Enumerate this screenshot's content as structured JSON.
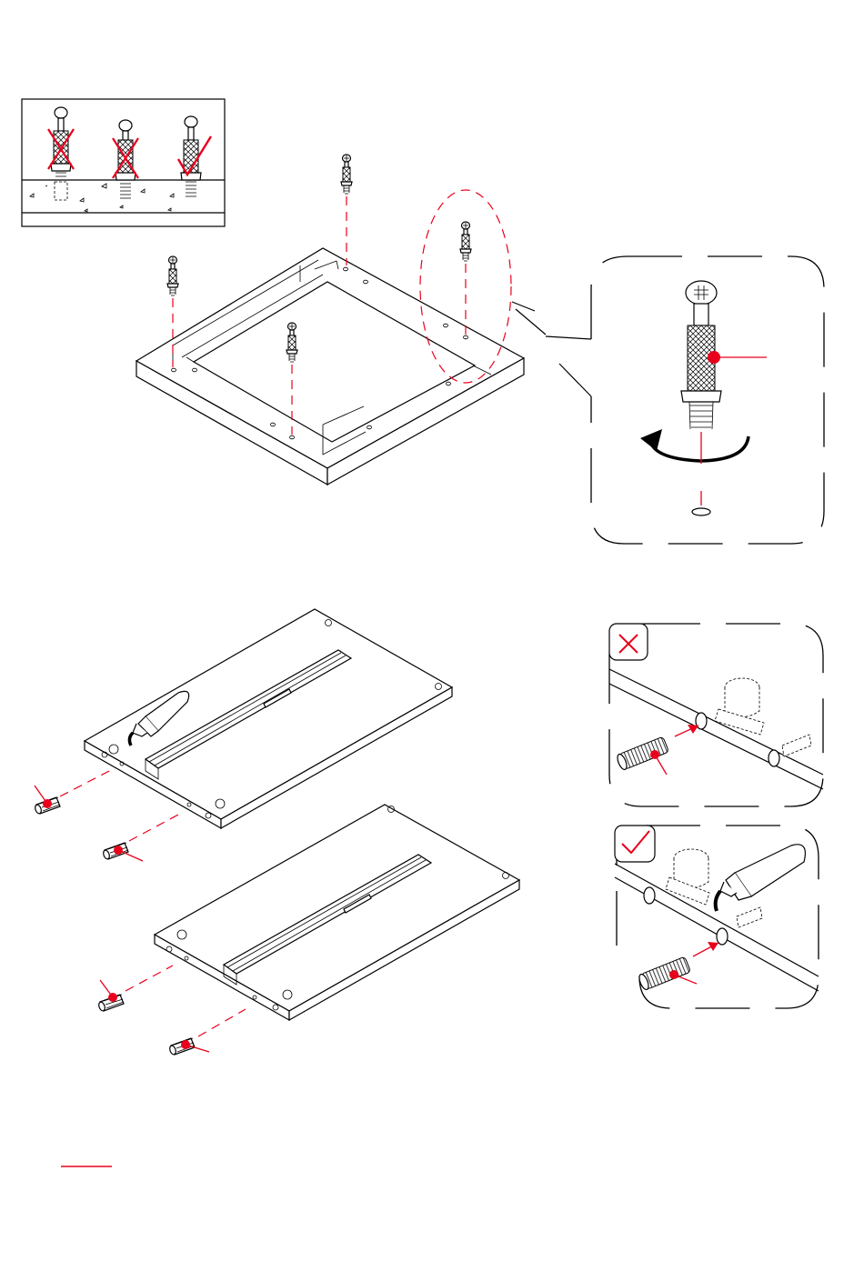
{
  "page": {
    "background": "#ffffff",
    "accent_color": "#e8001c",
    "line_color": "#000000"
  },
  "icons": {
    "wrong": "cross-icon",
    "correct": "check-icon",
    "rotate": "rotate-clockwise-arrow-icon"
  },
  "step_top": {
    "inset_states": [
      "wrong",
      "wrong",
      "correct"
    ],
    "cam_bolt_count": 4,
    "detail_callout": "cam-bolt-screw-in"
  },
  "step_bottom": {
    "dowel_count": 4,
    "callout_wrong": "dowel-without-glue",
    "callout_correct": "dowel-with-glue"
  }
}
